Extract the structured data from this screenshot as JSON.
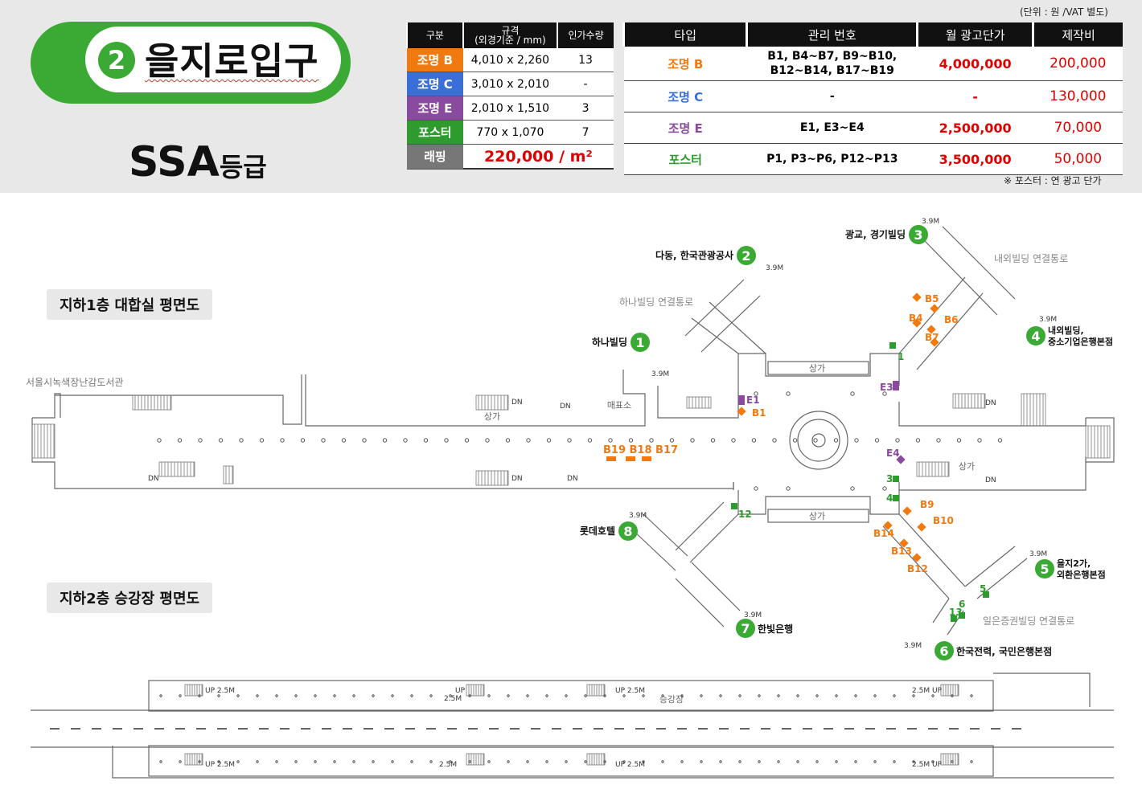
{
  "station": {
    "number": "2",
    "name": "을지로입구"
  },
  "grade": {
    "main": "SSA",
    "suffix": "등급"
  },
  "unit_note": "(단위 : 원 /VAT 별도)",
  "footnote": "※ 포스터 : 연 광고 단가",
  "spec_table": {
    "headers": [
      "구분",
      "규격",
      "(외경기준 / mm)",
      "인가수량"
    ],
    "rows": [
      {
        "label": "조명 B",
        "color": "#f07a10",
        "size": "4,010 x 2,260",
        "qty": "13"
      },
      {
        "label": "조명 C",
        "color": "#3a6fd8",
        "size": "3,010 x 2,010",
        "qty": "-"
      },
      {
        "label": "조명 E",
        "color": "#8a4aa0",
        "size": "2,010 x 1,510",
        "qty": "3"
      },
      {
        "label": "포스터",
        "color": "#2e9b2e",
        "size": "770 x 1,070",
        "qty": "7"
      }
    ],
    "wrap": {
      "label": "래핑",
      "color": "#777777",
      "price": "220,000 / m²"
    }
  },
  "mgmt_table": {
    "headers": [
      "타입",
      "관리 번호",
      "월 광고단가",
      "제작비"
    ],
    "rows": [
      {
        "type": "조명 B",
        "color": "#f07a10",
        "ids": [
          "B1, B4~B7, B9~B10,",
          "B12~B14, B17~B19"
        ],
        "price": "4,000,000",
        "cost": "200,000"
      },
      {
        "type": "조명 C",
        "color": "#3a6fd8",
        "ids": [
          "-"
        ],
        "price": "-",
        "cost": "130,000"
      },
      {
        "type": "조명 E",
        "color": "#8a4aa0",
        "ids": [
          "E1, E3~E4"
        ],
        "price": "2,500,000",
        "cost": "70,000"
      },
      {
        "type": "포스터",
        "color": "#2e9b2e",
        "ids": [
          "P1, P3~P6, P12~P13"
        ],
        "price": "3,500,000",
        "cost": "50,000"
      }
    ]
  },
  "floor_labels": {
    "b1": "지하1층 대합실 평면도",
    "b2": "지하2층 승강장 평면도"
  },
  "map": {
    "exits": [
      {
        "num": "1",
        "label": "하나빌딩"
      },
      {
        "num": "2",
        "label": "다동, 한국관광공사"
      },
      {
        "num": "3",
        "label": "광교, 경기빌딩"
      },
      {
        "num": "4",
        "label": "내외빌딩,",
        "label2": "중소기업은행본점"
      },
      {
        "num": "5",
        "label": "을지2가,",
        "label2": "외환은행본점"
      },
      {
        "num": "6",
        "label": "한국전력, 국민은행본점"
      },
      {
        "num": "7",
        "label": "한빛은행"
      },
      {
        "num": "8",
        "label": "롯데호텔"
      }
    ],
    "corridors": {
      "hana": "하나빌딩 연결통로",
      "naewoe": "내외빌딩 연결통로",
      "ileun": "일은증권빌딩 연결통로",
      "seoul": "서울시녹색장난감도서관"
    },
    "texts": {
      "shop": "상가",
      "ticket": "매표소",
      "dn": "DN",
      "up": "UP",
      "height": "3.9M",
      "platform": "승강장",
      "up25": "UP 2.5M",
      "m25up": "2.5M UP",
      "m25": "2.5M"
    },
    "markers": {
      "b_group_center": "B19 B18 B17",
      "b": [
        "B1",
        "B4",
        "B5",
        "B6",
        "B7",
        "B9",
        "B10",
        "B12",
        "B13",
        "B14"
      ],
      "e": [
        "E1",
        "E3",
        "E4"
      ],
      "p": [
        "1",
        "3",
        "4",
        "5",
        "6",
        "12",
        "13"
      ]
    }
  }
}
